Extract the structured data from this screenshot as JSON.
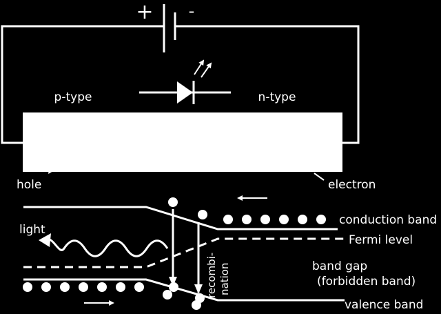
{
  "diagram": {
    "battery": {
      "plus": "+",
      "minus": "-"
    },
    "labels": {
      "p_type": "p-type",
      "n_type": "n-type",
      "hole": "hole",
      "electron": "electron",
      "light": "light",
      "conduction_band": "conduction band",
      "fermi_level": "Fermi level",
      "band_gap": "band gap",
      "forbidden_band": "(forbidden band)",
      "valence_band": "valence band",
      "recombination_line1": "recombi-",
      "recombination_line2": "nation"
    },
    "colors": {
      "background": "#000000",
      "foreground": "#ffffff"
    }
  }
}
